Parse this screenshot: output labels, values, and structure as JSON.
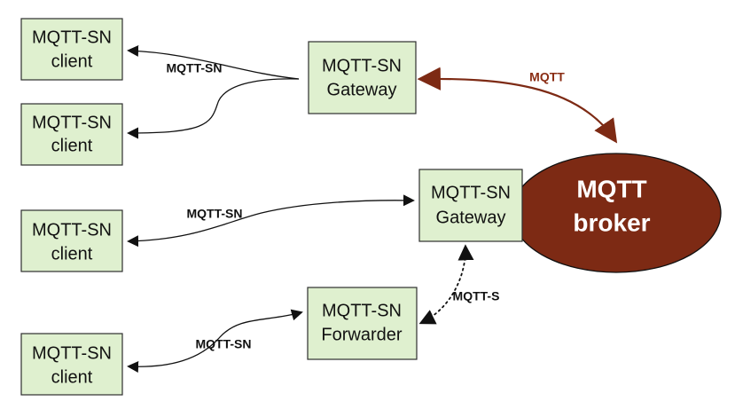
{
  "nodes": {
    "client1": {
      "line1": "MQTT-SN",
      "line2": "client"
    },
    "client2": {
      "line1": "MQTT-SN",
      "line2": "client"
    },
    "client3": {
      "line1": "MQTT-SN",
      "line2": "client"
    },
    "client4": {
      "line1": "MQTT-SN",
      "line2": "client"
    },
    "gateway1": {
      "line1": "MQTT-SN",
      "line2": "Gateway"
    },
    "gateway2": {
      "line1": "MQTT-SN",
      "line2": "Gateway"
    },
    "forwarder": {
      "line1": "MQTT-SN",
      "line2": "Forwarder"
    },
    "broker": {
      "line1": "MQTT",
      "line2": "broker"
    }
  },
  "edges": {
    "top_link_label": "MQTT-SN",
    "mqtt_label": "MQTT",
    "middle_link_label": "MQTT-SN",
    "bottom_link_label": "MQTT-SN",
    "mqtt_s_label": "MQTT-S"
  },
  "colors": {
    "box_fill": "#dff0cf",
    "broker_fill": "#7d2a14",
    "mqtt_link": "#7d2a14",
    "text": "#111111"
  }
}
